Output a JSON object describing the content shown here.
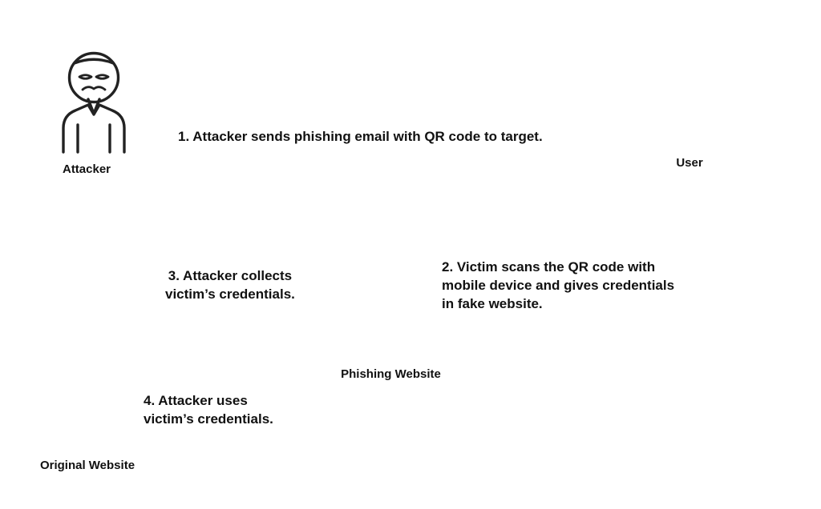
{
  "diagram": {
    "title": "QR code phishing (quishing) attack flow",
    "colors": {
      "ink": "#1a1a1a",
      "black": "#000000",
      "phishing_red": "#EE1C1C",
      "original_green": "#12A152",
      "background": "#FFFFFF"
    },
    "nodes": [
      {
        "id": "attacker",
        "label": "Attacker",
        "icon": "attacker-masked-person-icon"
      },
      {
        "id": "user",
        "label": "User",
        "icon": "user-person-icon"
      },
      {
        "id": "phone",
        "label": "",
        "icon": "smartphone-qr-code-icon"
      },
      {
        "id": "email",
        "label": "",
        "icon": "envelope-email-icon"
      },
      {
        "id": "phishing_website",
        "label": "Phishing Website",
        "icon": "browser-window-check-icon"
      },
      {
        "id": "original_website",
        "label": "Original Website",
        "icon": "browser-window-check-icon"
      }
    ],
    "steps": [
      {
        "number": "1",
        "text": "1. Attacker sends phishing email with QR code to target.",
        "from": "attacker",
        "to": "user"
      },
      {
        "number": "2",
        "text": "2. Victim scans the QR code with\nmobile device and gives credentials\nin fake website.",
        "from": "user",
        "to": "phishing_website"
      },
      {
        "number": "3",
        "text": "3. Attacker collects\nvictim’s credentials.",
        "from": "phishing_website",
        "to": "attacker"
      },
      {
        "number": "4",
        "text": "4. Attacker uses\nvictim’s credentials.",
        "from": "attacker",
        "to": "original_website"
      }
    ]
  }
}
